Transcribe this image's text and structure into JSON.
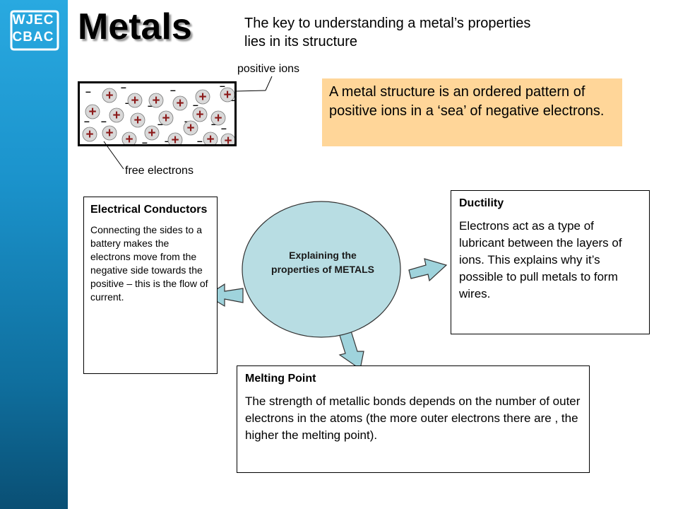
{
  "brand": {
    "line1": "WJEC",
    "line2": "CBAC"
  },
  "title": "Metals",
  "subtitle": "The key to understanding a metal’s properties lies in its structure",
  "labels": {
    "positive_ions": "positive ions",
    "free_electrons": "free electrons"
  },
  "callout": "A metal structure is an ordered pattern of positive ions in a ‘sea’ of negative electrons.",
  "center": "Explaining the properties of METALS",
  "boxes": {
    "electrical": {
      "heading": "Electrical Conductors",
      "body": "Connecting the sides to a battery makes the electrons move from the negative side towards the positive – this is the flow of current."
    },
    "ductility": {
      "heading": "Ductility",
      "body": "Electrons act as a type of lubricant between the layers of ions. This explains why it’s possible to pull metals to form wires."
    },
    "melting": {
      "heading": "Melting Point",
      "body": "The strength of metallic bonds depends on the number of outer electrons in the atoms (the more outer electrons there are , the higher the melting point)."
    }
  },
  "colors": {
    "sidebar": "#1b93cc",
    "callout_bg": "#ffd699",
    "ellipse_fill": "#b8dde3",
    "arrow_fill": "#9fd3dc",
    "ion_fill": "#d9d9d9",
    "ion_plus": "#8b1a1a"
  },
  "ion_symbol": "+",
  "electron_symbol": "–"
}
